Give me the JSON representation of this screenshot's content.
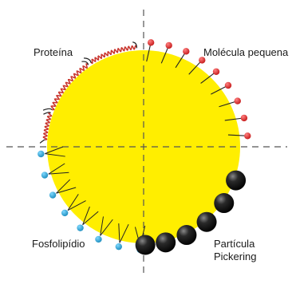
{
  "diagram": {
    "labels": {
      "protein": "Proteína",
      "small_molecule": "Molécula pequena",
      "phospholipid": "Fosfolipídio",
      "pickering_line1": "Partícula",
      "pickering_line2": "Pickering"
    },
    "colors": {
      "droplet": "#ffee00",
      "protein_chain": "#c8332b",
      "small_molecule_head": "#d42020",
      "phospholipid_head": "#1ea4d6",
      "pickering_particle": "#111111",
      "axis_lines": "#555555"
    },
    "quadrants": [
      {
        "name": "protein",
        "position": "top-left"
      },
      {
        "name": "small-molecule",
        "position": "top-right"
      },
      {
        "name": "phospholipid",
        "position": "bottom-left"
      },
      {
        "name": "pickering-particle",
        "position": "bottom-right"
      }
    ]
  }
}
